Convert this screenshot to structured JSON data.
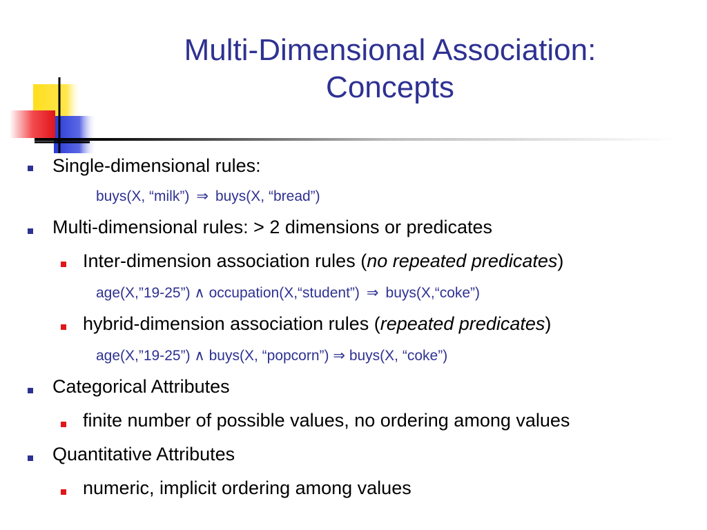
{
  "title": {
    "line1": "Multi-Dimensional Association:",
    "line2": "Concepts"
  },
  "bullets": {
    "single": "Single-dimensional rules:",
    "single_ex": {
      "lhs": "buys(X, “milk”)",
      "arrow": "⇒",
      "rhs": "buys(X, “bread”)"
    },
    "multi": "Multi-dimensional rules: > 2 dimensions or predicates",
    "inter": {
      "pre": "Inter-dimension association rules (",
      "em": "no repeated predicates",
      "post": ")"
    },
    "inter_ex": {
      "a": "age(X,”19-25”)",
      "and": "∧",
      "b": "occupation(X,“student”)",
      "arrow": "⇒",
      "c": "buys(X,“coke”)"
    },
    "hybrid": {
      "pre": "hybrid-dimension association rules (",
      "em": "repeated predicates",
      "post": ")"
    },
    "hybrid_ex": {
      "a": "age(X,”19-25”)",
      "and": "∧",
      "b": "buys(X, “popcorn”)",
      "arrow": "⇒",
      "c": "buys(X, “coke”)"
    },
    "categorical": "Categorical Attributes",
    "categorical_sub": "finite number of possible values, no ordering among values",
    "quantitative": "Quantitative Attributes",
    "quantitative_sub": "numeric, implicit ordering among values"
  },
  "colors": {
    "title": "#2e3192",
    "bullet_level1": "#2e3192",
    "bullet_level2": "#e0151b",
    "logo_yellow": "#ffde1e",
    "logo_blue": "#2a3bd6",
    "logo_red": "#f24b50"
  },
  "icons": {
    "logo": "colored-squares-crosshair-logo"
  }
}
